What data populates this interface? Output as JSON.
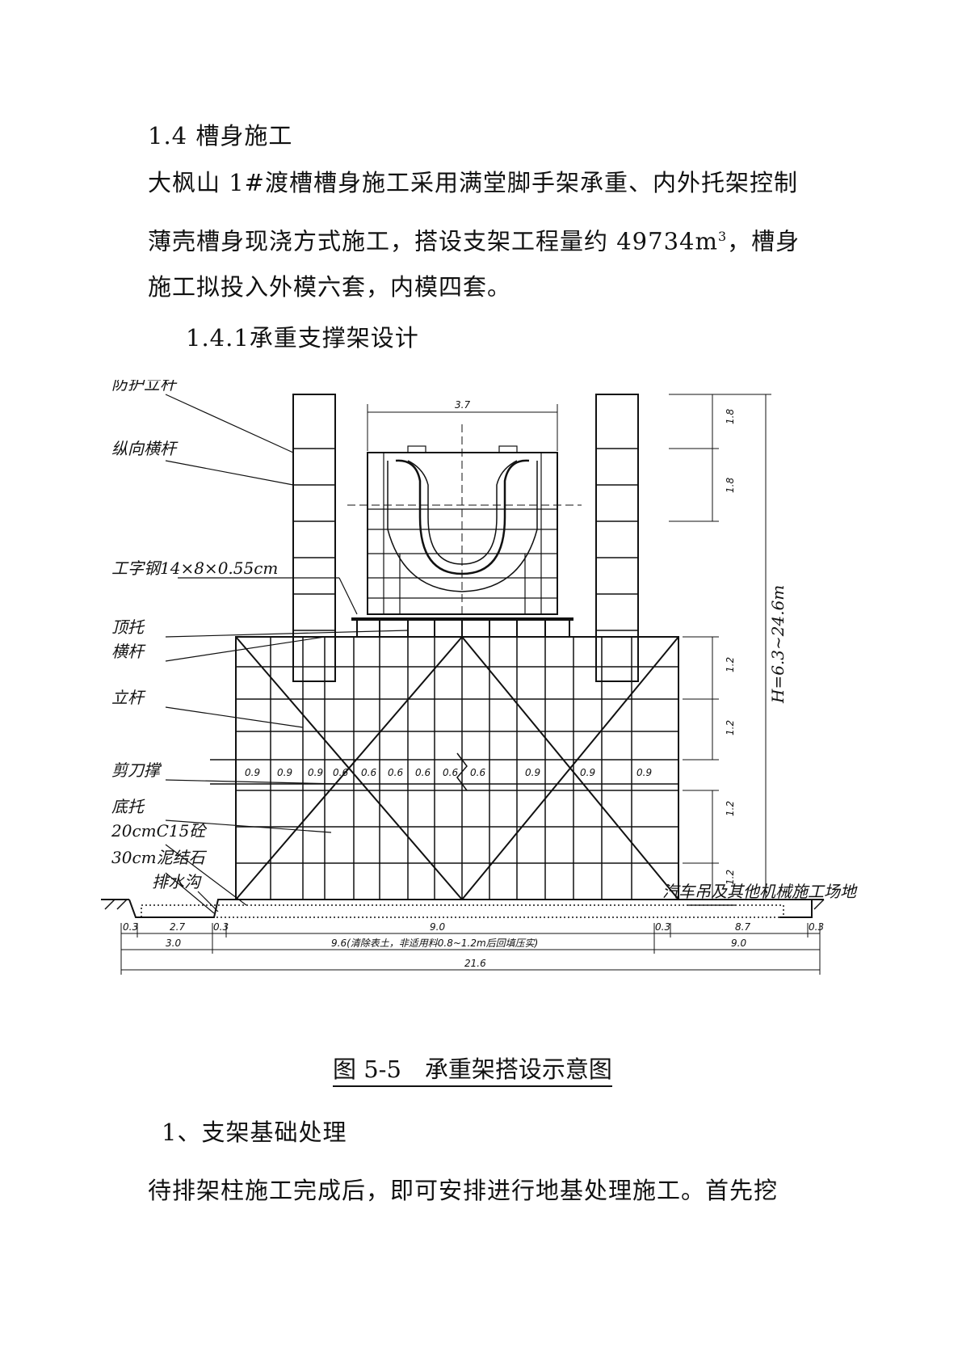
{
  "heading": "1.4 槽身施工",
  "intro_lines": [
    "大枫山 1#渡槽槽身施工采用满堂脚手架承重、内外托架控制",
    "薄壳槽身现浇方式施工，搭设支架工程量约 49734m",
    "施工拟投入外模六套，内模四套。"
  ],
  "intro_unit_sup": "3",
  "intro_line2_tail": "，槽身",
  "subheading": "1.4.1承重支撑架设计",
  "figure": {
    "labels": [
      "防护立杆",
      "纵向横杆",
      "工字钢14×8×0.55cm",
      "顶托",
      "横杆",
      "立杆",
      "剪刀撑",
      "底托",
      "20cmC15砼",
      "30cm泥结石",
      "排水沟",
      "汽车吊及其他机械施工场地"
    ],
    "top_width": "3.7",
    "right_dims": [
      "1.8",
      "1.8",
      "1.2",
      "1.2",
      "1.2",
      "1.2"
    ],
    "height_label": "H=6.3~24.6m",
    "spacing_labels": [
      "0.9",
      "0.9",
      "0.9",
      "0.6",
      "0.6",
      "0.6",
      "0.6",
      "0.6",
      "0.6",
      "0.9",
      "0.9",
      "0.9"
    ],
    "bottom_row1": [
      "0.3",
      "2.7",
      "0.3",
      "9.0",
      "0.3",
      "8.7",
      "0.3"
    ],
    "bottom_row2": [
      "3.0",
      "9.6(清除表土，非适用料0.8~1.2m后回填压实)",
      "9.0"
    ],
    "bottom_total": "21.6"
  },
  "caption": "图 5-5　承重架搭设示意图",
  "section1_title": "1、支架基础处理",
  "section1_line": "待排架柱施工完成后，即可安排进行地基处理施工。首先挖"
}
